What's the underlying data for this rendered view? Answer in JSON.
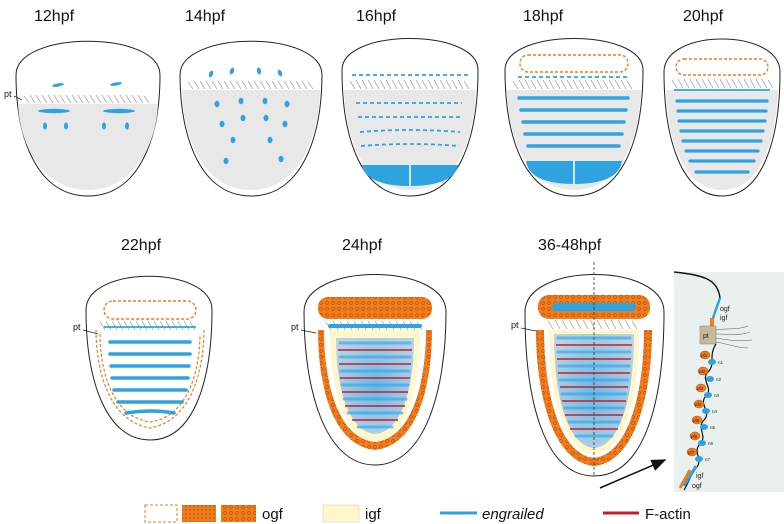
{
  "stages": {
    "s12": "12hpf",
    "s14": "14hpf",
    "s16": "16hpf",
    "s18": "18hpf",
    "s20": "20hpf",
    "s22": "22hpf",
    "s24": "24hpf",
    "s36": "36-48hpf"
  },
  "pt_label": "pt",
  "inset": {
    "ogf": "ogf",
    "igf": "igf",
    "pt": "pt",
    "pf": [
      "pf1",
      "pf2",
      "pf3",
      "pf4",
      "pf5",
      "pf6",
      "pf7"
    ],
    "n": [
      "n1",
      "n2",
      "n3",
      "n4",
      "n5",
      "n6",
      "n7"
    ],
    "bottom_igf": "igf",
    "bottom_ogf": "ogf"
  },
  "legend": {
    "ogf": "ogf",
    "igf": "igf",
    "engrailed": "engrailed",
    "factin": "F-actin"
  },
  "colors": {
    "engrailed": "#2ea3e0",
    "factin": "#c41e2a",
    "ogf_fill": "#f07c1e",
    "igf_fill": "#fff6cc",
    "yolk": "#e8e8e8"
  }
}
